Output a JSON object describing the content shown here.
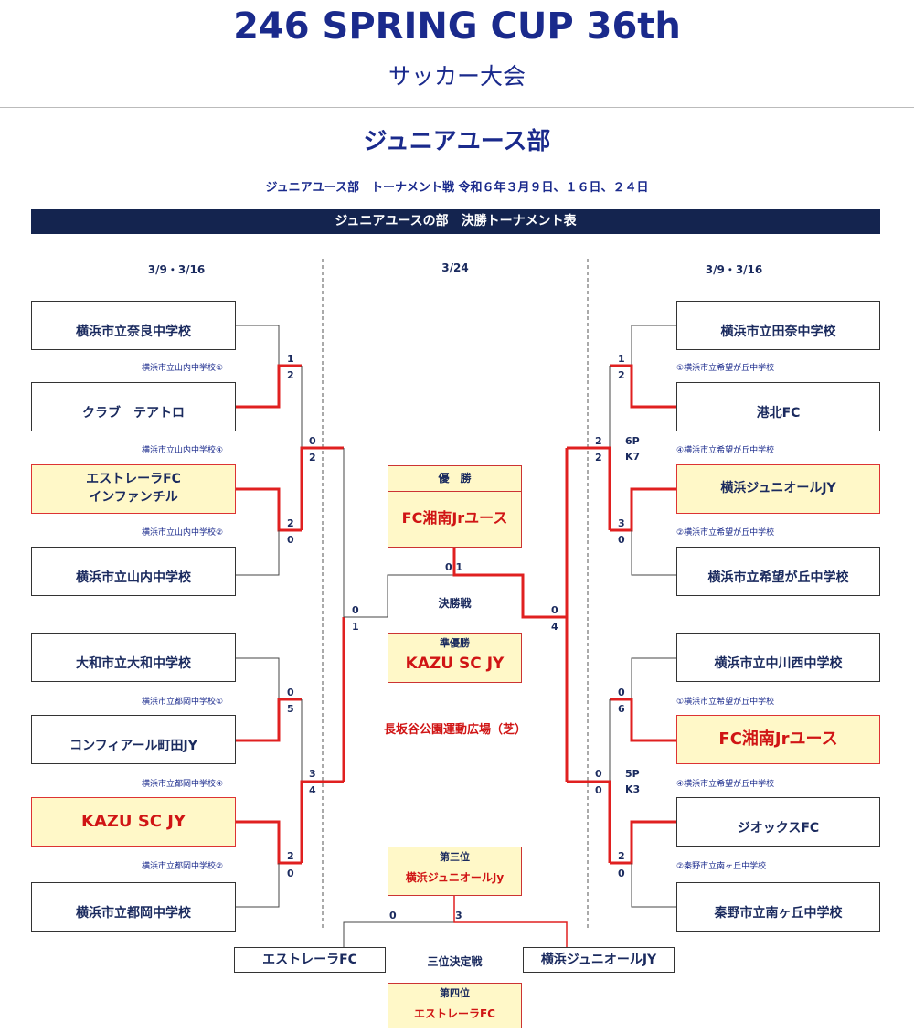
{
  "header": {
    "title": "246 SPRING CUP 36th",
    "subtitle": "サッカー大会",
    "section": "ジュニアユース部",
    "info": "ジュニアユース部　トーナメント戦 令和６年３月９日、１６日、２４日",
    "banner": "ジュニアユースの部　決勝トーナメント表"
  },
  "dates": {
    "left": "3/9・3/16",
    "center": "3/24",
    "right": "3/9・3/16"
  },
  "left_teams": [
    {
      "name": "横浜市立奈良中学校"
    },
    {
      "name": "クラブ　テアトロ"
    },
    {
      "name": "エストレーラFC\nインファンチル",
      "line1": "エストレーラFC",
      "line2": "インファンチル"
    },
    {
      "name": "横浜市立山内中学校"
    },
    {
      "name": "大和市立大和中学校"
    },
    {
      "name": "コンフィアール町田JY"
    },
    {
      "name": "KAZU SC JY"
    },
    {
      "name": "横浜市立都岡中学校"
    }
  ],
  "right_teams": [
    {
      "name": "横浜市立田奈中学校"
    },
    {
      "name": "港北FC"
    },
    {
      "name": "横浜ジュニオールJY"
    },
    {
      "name": "横浜市立希望が丘中学校"
    },
    {
      "name": "横浜市立中川西中学校"
    },
    {
      "name": "FC湘南Jrユース"
    },
    {
      "name": "ジオックスFC"
    },
    {
      "name": "秦野市立南ヶ丘中学校"
    }
  ],
  "left_seeds": [
    "横浜市立山内中学校①",
    "横浜市立山内中学校④",
    "横浜市立山内中学校②",
    "横浜市立都岡中学校①",
    "横浜市立都岡中学校④",
    "横浜市立都岡中学校②"
  ],
  "right_seeds": [
    "①横浜市立希望が丘中学校",
    "④横浜市立希望が丘中学校",
    "②横浜市立希望が丘中学校",
    "①横浜市立希望が丘中学校",
    "④横浜市立希望が丘中学校",
    "②秦野市立南ヶ丘中学校"
  ],
  "scores": {
    "l_r1_a": [
      "1",
      "2"
    ],
    "l_r1_b": [
      "2",
      "0"
    ],
    "l_r1_c": [
      "0",
      "5"
    ],
    "l_r1_d": [
      "2",
      "0"
    ],
    "l_r2_a": [
      "0",
      "2"
    ],
    "l_r2_b": [
      "3",
      "4"
    ],
    "l_sf": [
      "0",
      "1"
    ],
    "r_r1_a": [
      "1",
      "2"
    ],
    "r_r1_b": [
      "3",
      "0"
    ],
    "r_r1_c": [
      "0",
      "6"
    ],
    "r_r1_d": [
      "2",
      "0"
    ],
    "r_r2_a": [
      "2",
      "2"
    ],
    "r_r2_b": [
      "0",
      "0"
    ],
    "r_sf": [
      "0",
      "4"
    ],
    "final": "0 1",
    "third": [
      "0",
      "3"
    ]
  },
  "pk": {
    "a": [
      "6P",
      "K7"
    ],
    "b": [
      "5P",
      "K3"
    ]
  },
  "results": {
    "champion_label": "優　勝",
    "champion": "FC湘南Jrユース",
    "final_label": "決勝戦",
    "runnerup_label": "準優勝",
    "runnerup": "KAZU SC JY",
    "venue": "長坂谷公園運動広場（芝）",
    "third_label": "第三位",
    "third": "横浜ジュニオールJy",
    "third_match_label": "三位決定戦",
    "third_left": "エストレーラFC",
    "third_right": "横浜ジュニオールJY",
    "fourth_label": "第四位",
    "fourth": "エストレーラFC"
  },
  "colors": {
    "win_line": "#e02020",
    "line": "#444444",
    "banner": "#14244f",
    "title": "#1a2a8c"
  }
}
